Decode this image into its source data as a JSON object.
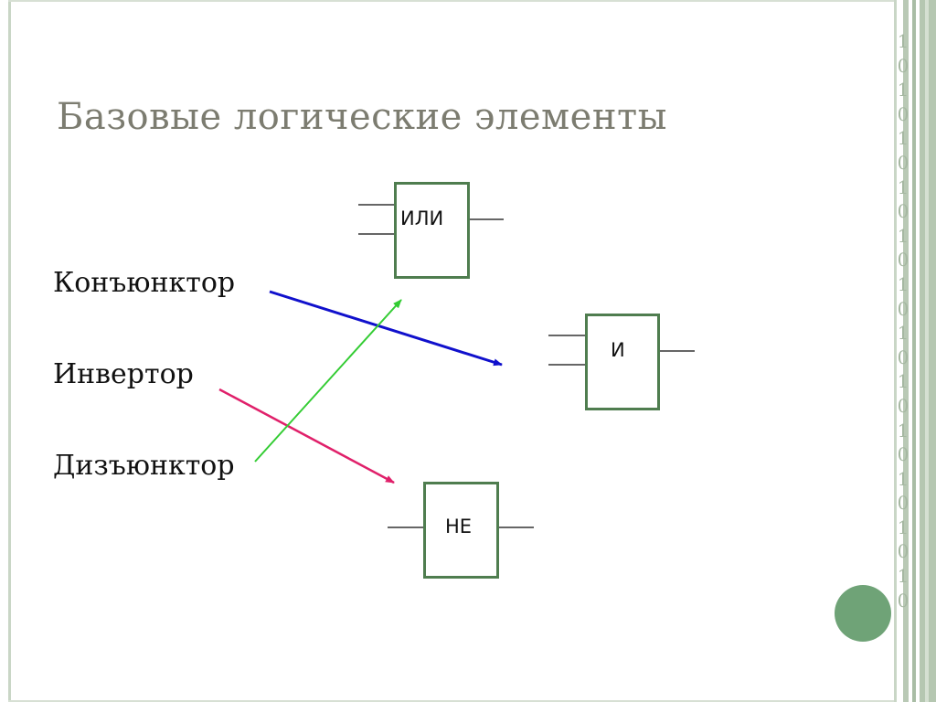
{
  "title": "Базовые логические элементы",
  "terms": [
    "Конъюнктор",
    "Инвертор",
    "Дизъюнктор"
  ],
  "gates": {
    "or_label": "ИЛИ",
    "and_label": "И",
    "not_label": "НЕ"
  },
  "binary_digits": [
    "1",
    "0",
    "1",
    "0",
    "1",
    "0",
    "1",
    "0",
    "1",
    "0",
    "1",
    "0",
    "1",
    "0",
    "1",
    "0",
    "1",
    "0",
    "1",
    "0",
    "1",
    "0",
    "1",
    "0"
  ],
  "colors": {
    "gate_border": "#4f7d4f",
    "arrow_conjunctor": "#1010cc",
    "arrow_inverter": "#e0206a",
    "arrow_disjunctor": "#33cc33"
  }
}
